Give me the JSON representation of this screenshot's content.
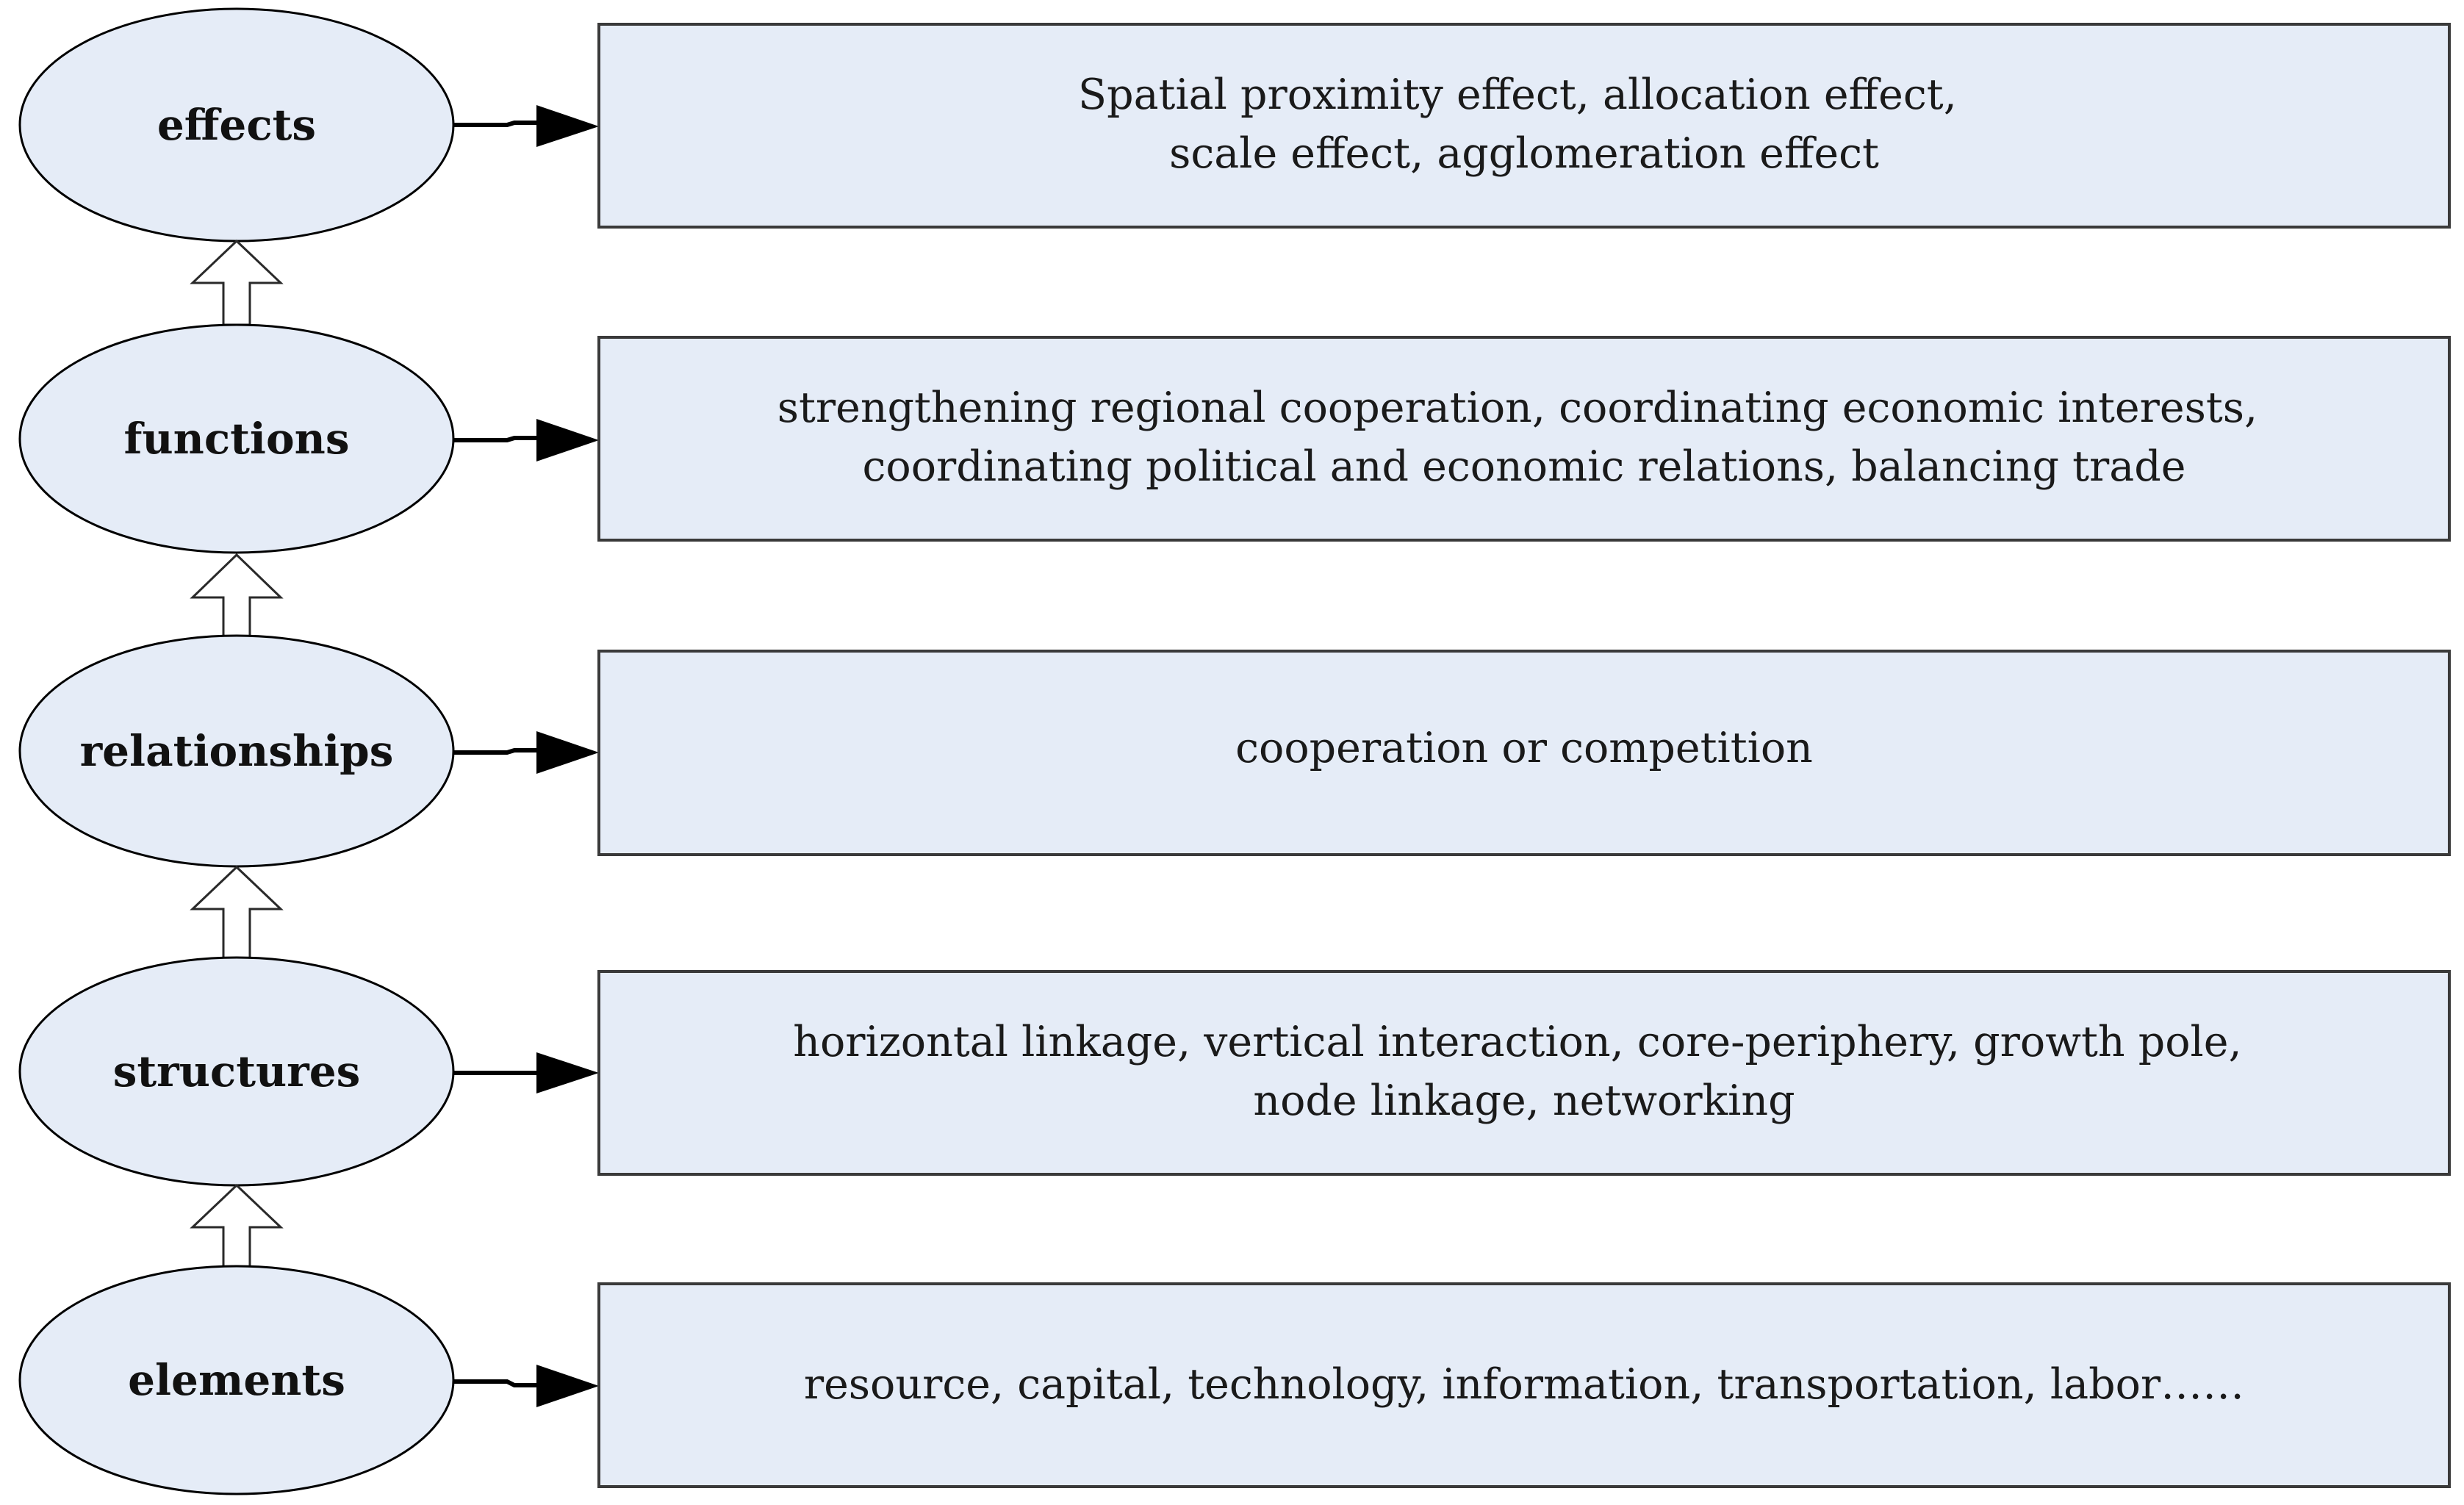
{
  "levels": [
    {
      "label": "effects",
      "description_lines": [
        "Spatial proximity effect, allocation effect,",
        "scale effect,   agglomeration effect"
      ]
    },
    {
      "label": "functions",
      "description_lines": [
        "strengthening regional cooperation, coordinating economic interests,",
        "coordinating political and economic relations, balancing trade"
      ]
    },
    {
      "label": "relationships",
      "description_lines": [
        "cooperation or  competition"
      ]
    },
    {
      "label": "structures",
      "description_lines": [
        "horizontal  linkage, vertical interaction, core-periphery, growth pole,",
        "node linkage, networking"
      ]
    },
    {
      "label": "elements",
      "description_lines": [
        "resource, capital, technology, information, transportation, labor……"
      ]
    }
  ],
  "colors": {
    "node_fill": "#e5ecf7",
    "node_stroke": "#000000",
    "box_stroke": "#3a3a3a",
    "arrow": "#000000"
  }
}
